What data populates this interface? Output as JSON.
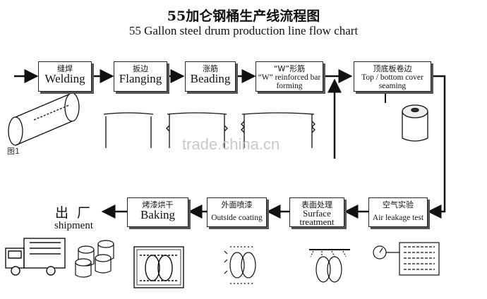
{
  "title_cn": "55加仑钢桶生产线流程图",
  "title_en": "55 Gallon steel drum production line flow chart",
  "steps": [
    {
      "cn": "缝焊",
      "en": "Welding"
    },
    {
      "cn": "扳边",
      "en": "Flanging"
    },
    {
      "cn": "涨筋",
      "en": "Beading"
    },
    {
      "cn": "“W”形筋",
      "en": "“W” reinforced bar forming"
    },
    {
      "cn": "顶底板卷边",
      "en": "Top / bottom cover seaming"
    },
    {
      "cn": "空气实验",
      "en": "Air leakage test"
    },
    {
      "cn": "表面处理",
      "en": "Surface treatment"
    },
    {
      "cn": "外面喷漆",
      "en": "Outside coating"
    },
    {
      "cn": "烤漆烘干",
      "en": "Baking"
    }
  ],
  "shipment": {
    "cn": "出厂",
    "en": "shipment"
  },
  "figure_label": "图1",
  "watermark": "trade.china.cn"
}
